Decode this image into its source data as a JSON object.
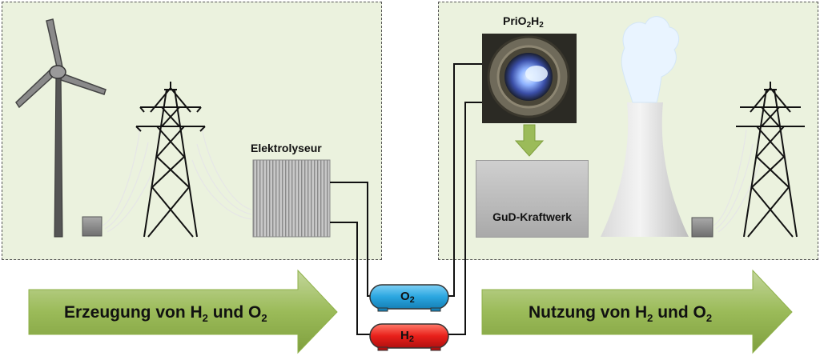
{
  "left_panel": {
    "electrolyzer_label": "Elektrolyseur",
    "arrow_text": "Erzeugung von H",
    "arrow_sub1": "2",
    "arrow_mid": " und O",
    "arrow_sub2": "2"
  },
  "right_panel": {
    "prio_label_a": "PriO",
    "prio_sub_a": "2",
    "prio_label_b": "H",
    "prio_sub_b": "2",
    "gud_label": "GuD-Kraftwerk",
    "arrow_text": "Nutzung von H",
    "arrow_sub1": "2",
    "arrow_mid": " und O",
    "arrow_sub2": "2"
  },
  "tanks": {
    "o2_label": "O",
    "o2_sub": "2",
    "h2_label": "H",
    "h2_sub": "2"
  },
  "colors": {
    "panel_bg": "#ebf2de",
    "arrow_green": "#9bbb59",
    "o2_tank": "#2aa6e0",
    "h2_tank": "#e8201a"
  }
}
